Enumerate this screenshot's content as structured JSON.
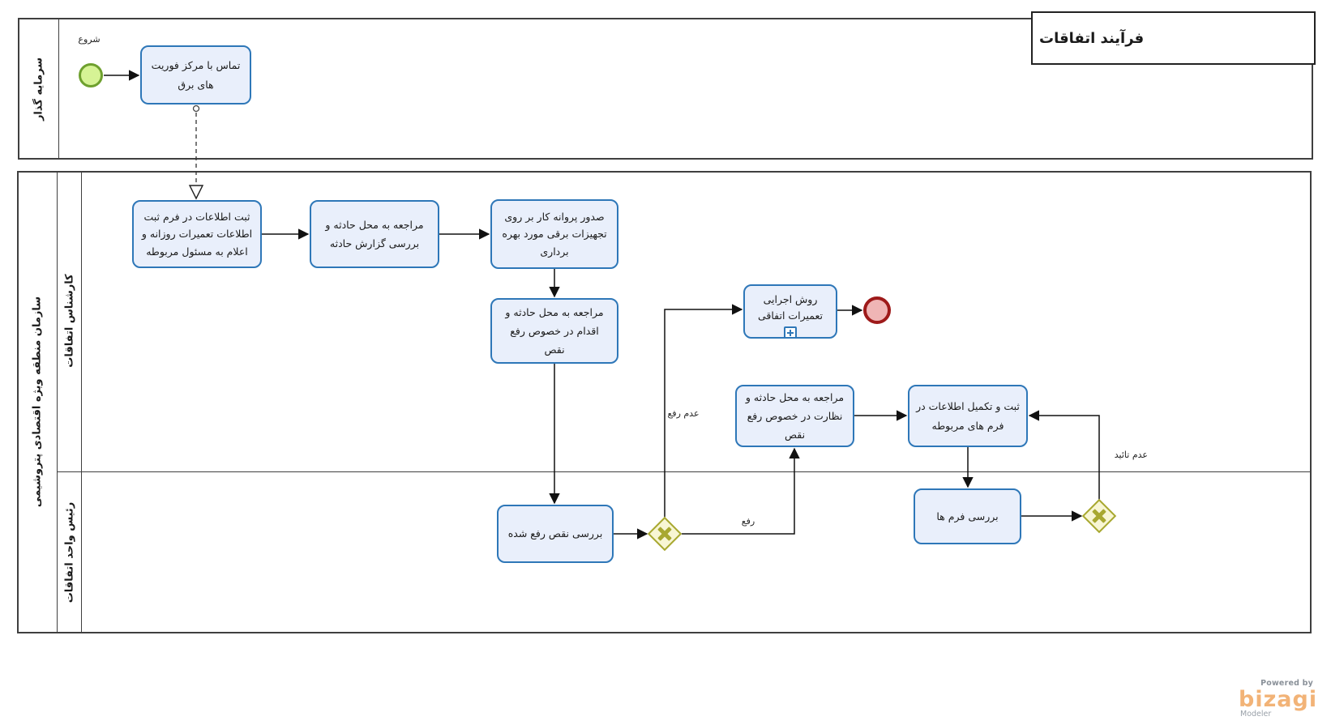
{
  "title": "فرآیند اتفاقات",
  "pools": {
    "investor": {
      "label": "سرمایه گذار"
    },
    "organization": {
      "label": "سازمان منطقه ویژه اقتصادی پتروشیمی",
      "lanes": {
        "incidents_expert": {
          "label": "کارشناس اتفاقات"
        },
        "incidents_unit_head": {
          "label": "رئیس واحد اتفاقات"
        }
      }
    }
  },
  "events": {
    "start": {
      "label": "شروع"
    }
  },
  "tasks": {
    "call_power_emergency_center": {
      "label": "تماس با مرکز فوریت های برق"
    },
    "register_repair_info": {
      "label": "ثبت اطلاعات در فرم ثبت اطلاعات تعمیرات روزانه و اعلام به مسئول مربوطه"
    },
    "visit_site_review_report": {
      "label": "مراجعه به محل حادثه و بررسی گزارش حادثه"
    },
    "issue_work_permit": {
      "label": "صدور پروانه کار بر روی تجهیزات برقی مورد بهره برداری"
    },
    "visit_site_fix_defect": {
      "label": "مراجعه به محل حادثه و اقدام در خصوص رفع نقص"
    },
    "incidental_repairs_procedure": {
      "label": "روش اجرایی تعمیرات اتفاقی"
    },
    "visit_site_supervise_fix": {
      "label": "مراجعه به محل حادثه و نظارت در خصوص رفع نقص"
    },
    "complete_related_forms": {
      "label": "ثبت و تکمیل اطلاعات در فرم های مربوطه"
    },
    "review_resolved_defect": {
      "label": "بررسی نقص رفع شده"
    },
    "review_forms": {
      "label": "بررسی فرم ها"
    }
  },
  "edge_labels": {
    "not_resolved": "عدم رفع",
    "resolved": "رفع",
    "not_approved": "عدم تائید"
  },
  "branding": {
    "powered_by": "Powered by",
    "brand": "bizagi",
    "product": "Modeler"
  },
  "colors": {
    "task_fill": "#e9effb",
    "task_border": "#2e77b8",
    "start_fill": "#d6f395",
    "start_border": "#6ea02e",
    "end_fill": "#efb5b5",
    "end_border": "#9e1a1a",
    "gateway_fill": "#f8f6d4",
    "gateway_border": "#a8a830",
    "brand_orange": "#f2b377"
  }
}
